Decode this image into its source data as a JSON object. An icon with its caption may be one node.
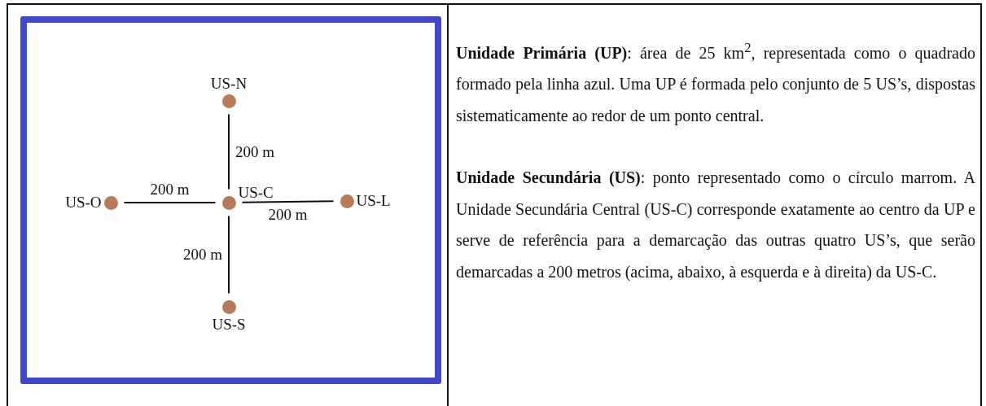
{
  "diagram": {
    "nodes": [
      {
        "text": [],
        "shape": "box"
      },
      {
        "text": [
          "US-N"
        ],
        "in": 0
      },
      {
        "text": [
          "US-O"
        ],
        "in": 0
      },
      {
        "text": [
          "US-C"
        ],
        "in": 0
      },
      {
        "text": [
          "US-L"
        ],
        "in": 0
      },
      {
        "text": [
          "US-S"
        ],
        "in": 0
      }
    ],
    "edges": [
      {
        "from": 3,
        "to": 1,
        "arrow": "none",
        "label": "200 m"
      },
      {
        "from": 3,
        "to": 2,
        "arrow": "none",
        "label": "200 m"
      },
      {
        "from": 3,
        "to": 4,
        "arrow": "none",
        "label": "200 m"
      },
      {
        "from": 3,
        "to": 5,
        "arrow": "none",
        "label": "200 m"
      }
    ],
    "labels": [
      "**Unidade Primária (UP)**: área de 25 km$^{2}$, representada como o quadrado formado pela linha azul. Uma UP é formada pelo conjunto de 5 US’s, dispostas sistematicamente ao redor de um ponto central.",
      "**Unidade Secundária (US)**: ponto representado como o círculo marrom. A Unidade Secundária Central (US-C) corresponde exatamente ao centro da UP e serve de referência para a demarcação das outras quatro US’s, que serão demarcadas a 200 metros (acima, abaixo, à esquerda e à direita) da US-C."
    ]
  }
}
